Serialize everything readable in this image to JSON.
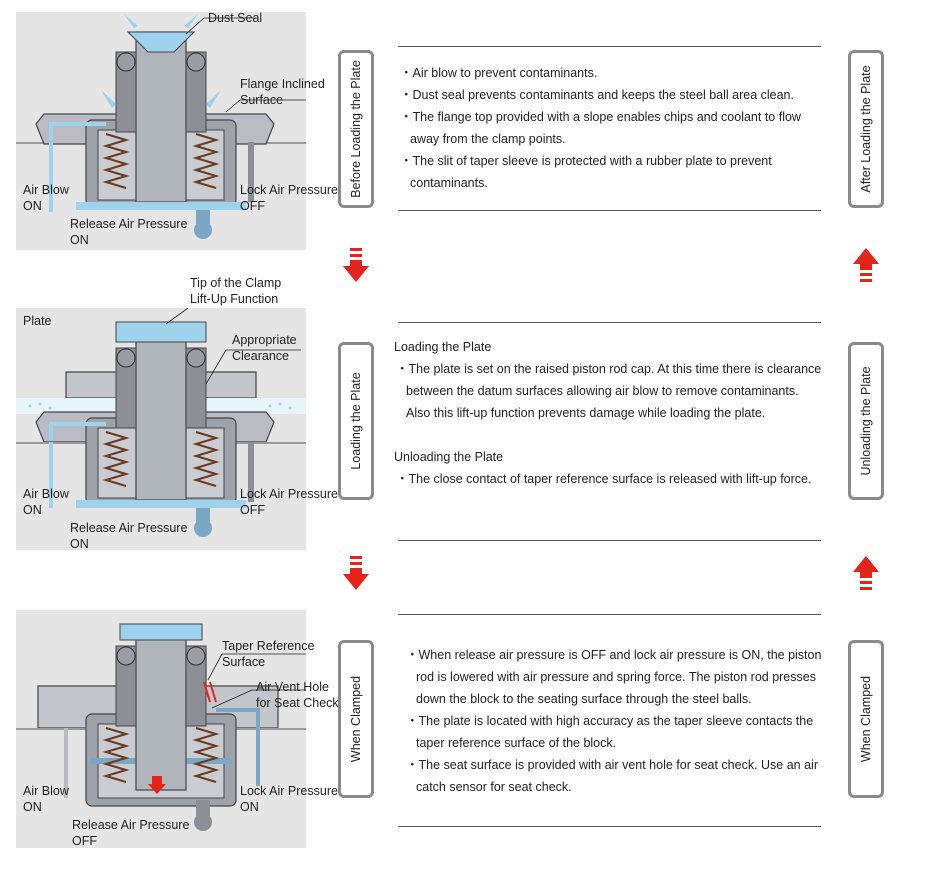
{
  "colors": {
    "panel_bg": "#e5e5e5",
    "air_blue": "#9fd2ec",
    "body_gray": "#b9bdc3",
    "dark": "#3a3a3a",
    "arrow_red": "#e4231b",
    "tab_border": "#8a8a8a"
  },
  "stages": [
    {
      "left_tab": "Before Loading the Plate",
      "right_tab": "After Loading the Plate",
      "callouts": [
        "Dust Seal",
        "Flange Inclined\nSurface"
      ],
      "air_blow": "Air Blow\nON",
      "lock_air": "Lock Air Pressure\nOFF",
      "release_air": "Release Air Pressure\nON",
      "bullets": [
        "・Air blow to prevent contaminants.",
        "・Dust seal prevents contaminants and keeps the steel ball area clean.",
        "・The flange top provided with a slope enables chips and coolant to flow away from the clamp points.",
        "・The slit of taper sleeve is protected with a rubber plate to prevent contaminants."
      ]
    },
    {
      "left_tab": "Loading the Plate",
      "right_tab": "Unloading the Plate",
      "plate_label": "Plate",
      "callouts": [
        "Tip of the Clamp\nLift-Up Function",
        "Appropriate\nClearance"
      ],
      "air_blow": "Air Blow\nON",
      "lock_air": "Lock Air Pressure\nOFF",
      "release_air": "Release Air Pressure\nON",
      "heading1": "Loading the Plate",
      "bullets1": [
        "・The plate is set on the raised piston rod cap. At this time there is clearance between the datum surfaces allowing air blow to remove contaminants. Also this lift-up function prevents damage while loading the plate."
      ],
      "heading2": "Unloading the Plate",
      "bullets2": [
        "・The close contact of taper reference surface is released with lift-up force."
      ]
    },
    {
      "left_tab": "When Clamped",
      "right_tab": "When Clamped",
      "callouts": [
        "Taper Reference\nSurface",
        "Air Vent Hole\nfor Seat Check"
      ],
      "air_blow": "Air Blow\nON",
      "lock_air": "Lock Air Pressure\nON",
      "release_air": "Release Air Pressure\nOFF",
      "bullets": [
        "・When release air pressure is OFF and lock air pressure is ON, the piston rod is lowered with air pressure and spring force. The piston rod presses down the block to the seating surface through the steel balls.",
        "・The plate is located with high accuracy as the taper sleeve contacts the taper reference surface of the block.",
        "・The seat surface is provided with air vent hole for seat check. Use an air catch sensor for seat check."
      ]
    }
  ]
}
